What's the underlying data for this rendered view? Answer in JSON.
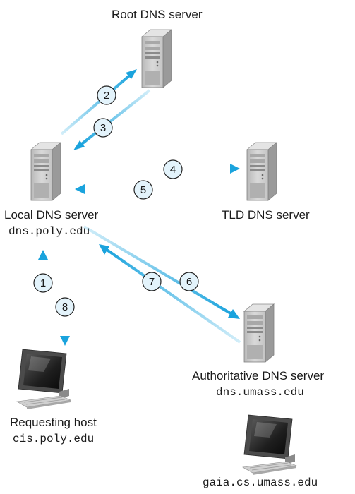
{
  "nodes": {
    "root": {
      "label": "Root DNS server"
    },
    "local": {
      "label": "Local DNS server",
      "host": "dns.poly.edu"
    },
    "tld": {
      "label": "TLD DNS server"
    },
    "auth": {
      "label": "Authoritative DNS server",
      "host": "dns.umass.edu"
    },
    "requester": {
      "label": "Requesting host",
      "host": "cis.poly.edu"
    },
    "destination": {
      "host": "gaia.cs.umass.edu"
    }
  },
  "steps": [
    "1",
    "2",
    "3",
    "4",
    "5",
    "6",
    "7",
    "8"
  ],
  "colors": {
    "arrow_dark": "#1aa3dd",
    "arrow_light": "#bfe6f6",
    "circle_fill": "#e3f3fb",
    "server_body": "#c8c8c8"
  }
}
